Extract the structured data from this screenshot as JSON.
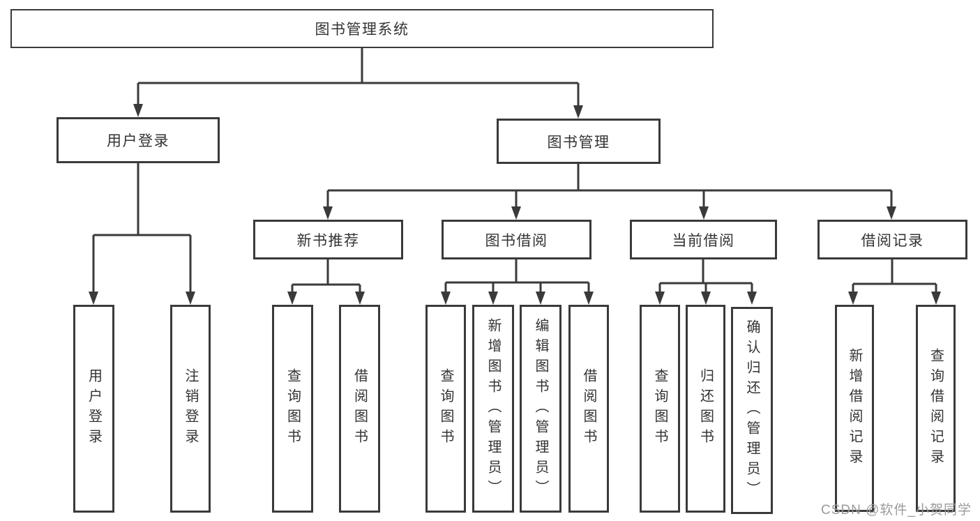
{
  "diagram": {
    "root": {
      "label": "图书管理系统"
    },
    "branches": [
      {
        "label": "用户登录",
        "children": [
          {
            "label": "用户登录"
          },
          {
            "label": "注销登录"
          }
        ]
      },
      {
        "label": "图书管理",
        "children": [
          {
            "label": "新书推荐",
            "children": [
              {
                "label": "查询图书"
              },
              {
                "label": "借阅图书"
              }
            ]
          },
          {
            "label": "图书借阅",
            "children": [
              {
                "label": "查询图书"
              },
              {
                "label": "新增图书（管理员）"
              },
              {
                "label": "编辑图书（管理员）"
              },
              {
                "label": "借阅图书"
              }
            ]
          },
          {
            "label": "当前借阅",
            "children": [
              {
                "label": "查询图书"
              },
              {
                "label": "归还图书"
              },
              {
                "label": "确认归还（管理员）"
              }
            ]
          },
          {
            "label": "借阅记录",
            "children": [
              {
                "label": "新增借阅记录"
              },
              {
                "label": "查询借阅记录"
              }
            ]
          }
        ]
      }
    ]
  },
  "watermark": {
    "text": "CSDN @软件_小贺同学"
  },
  "colors": {
    "line": "#3a3a3a",
    "box_border": "#3a3a3a",
    "box_background": "#ffffff",
    "text": "#333333",
    "watermark": "#9b9b9b",
    "page_background": "#ffffff"
  }
}
